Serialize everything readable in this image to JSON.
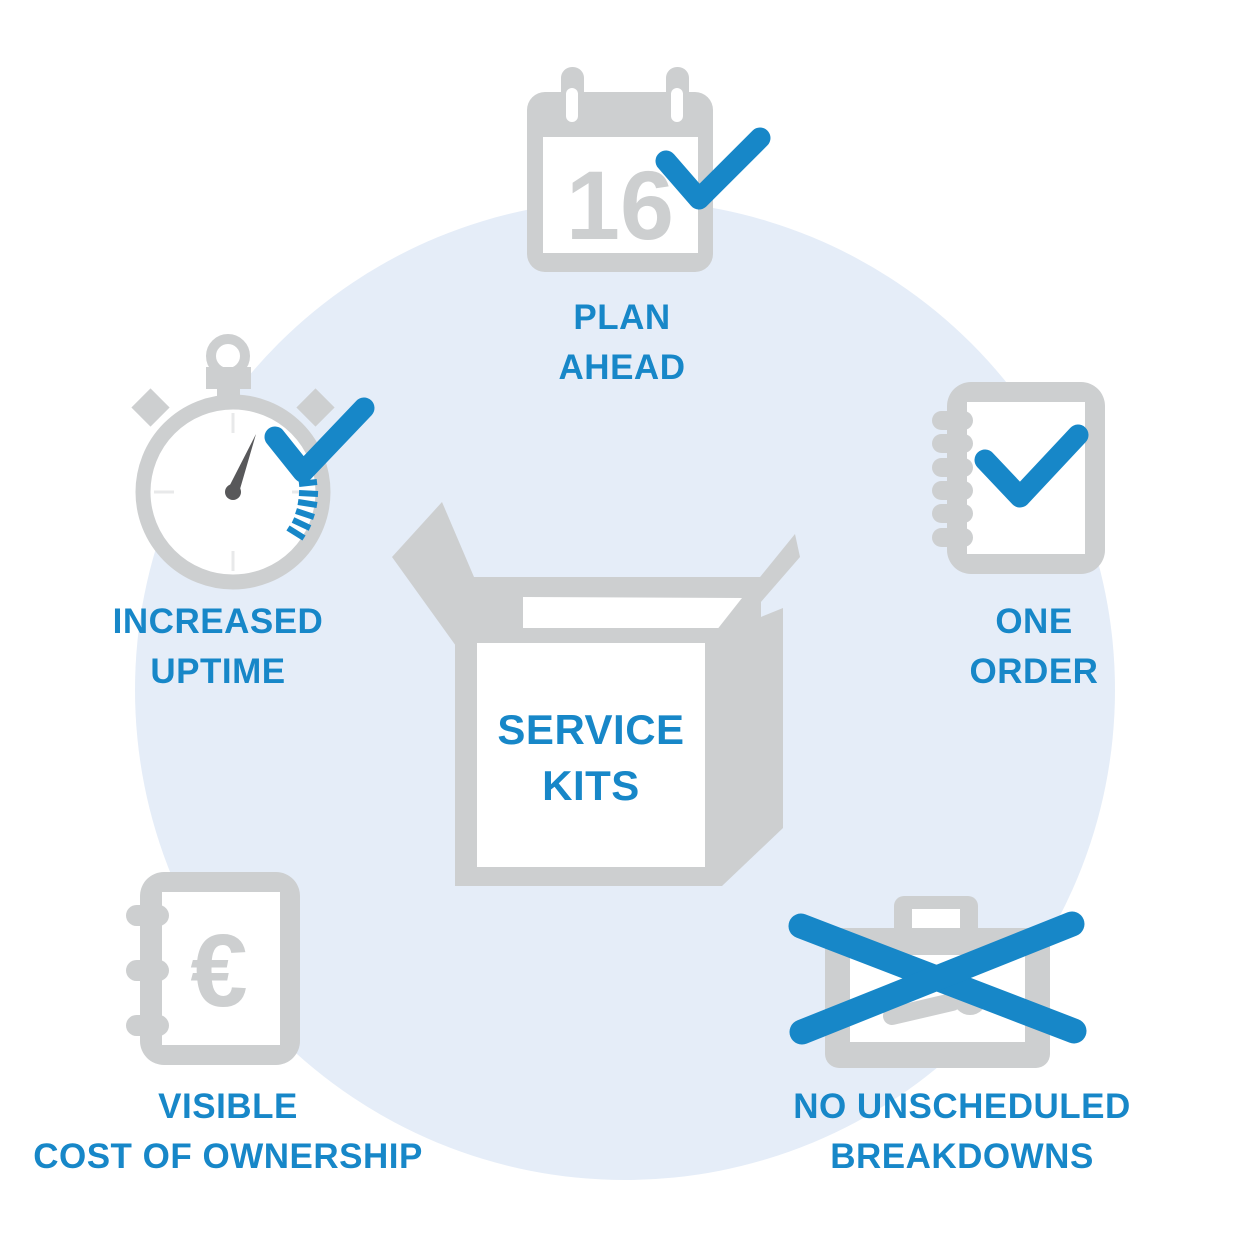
{
  "title_hidden": "",
  "colors": {
    "accent_blue": "#1787C8",
    "icon_gray": "#CDCFD0",
    "circle_background": "#E5EDF8",
    "needle_dark": "#58585A",
    "panel_white": "#FFFFFF"
  },
  "center_box": {
    "line1": "SERVICE",
    "line2": "KITS",
    "icon": "open-box-icon"
  },
  "items": {
    "plan_ahead": {
      "line1": "PLAN",
      "line2": "AHEAD",
      "icon": "calendar-check-icon"
    },
    "one_order": {
      "line1": "ONE",
      "line2": "ORDER",
      "icon": "notebook-check-icon"
    },
    "no_unscheduled_breakdowns": {
      "line1": "NO UNSCHEDULED",
      "line2": "BREAKDOWNS",
      "icon": "toolbox-crossed-icon"
    },
    "visible_cost": {
      "line1": "VISIBLE",
      "line2": "COST OF OWNERSHIP",
      "icon": "euro-notebook-icon"
    },
    "increased_uptime": {
      "line1": "INCREASED",
      "line2": "UPTIME",
      "icon": "stopwatch-check-icon"
    }
  },
  "calendar": {
    "day": "16"
  },
  "notebook_euro": {
    "currency": "€"
  }
}
